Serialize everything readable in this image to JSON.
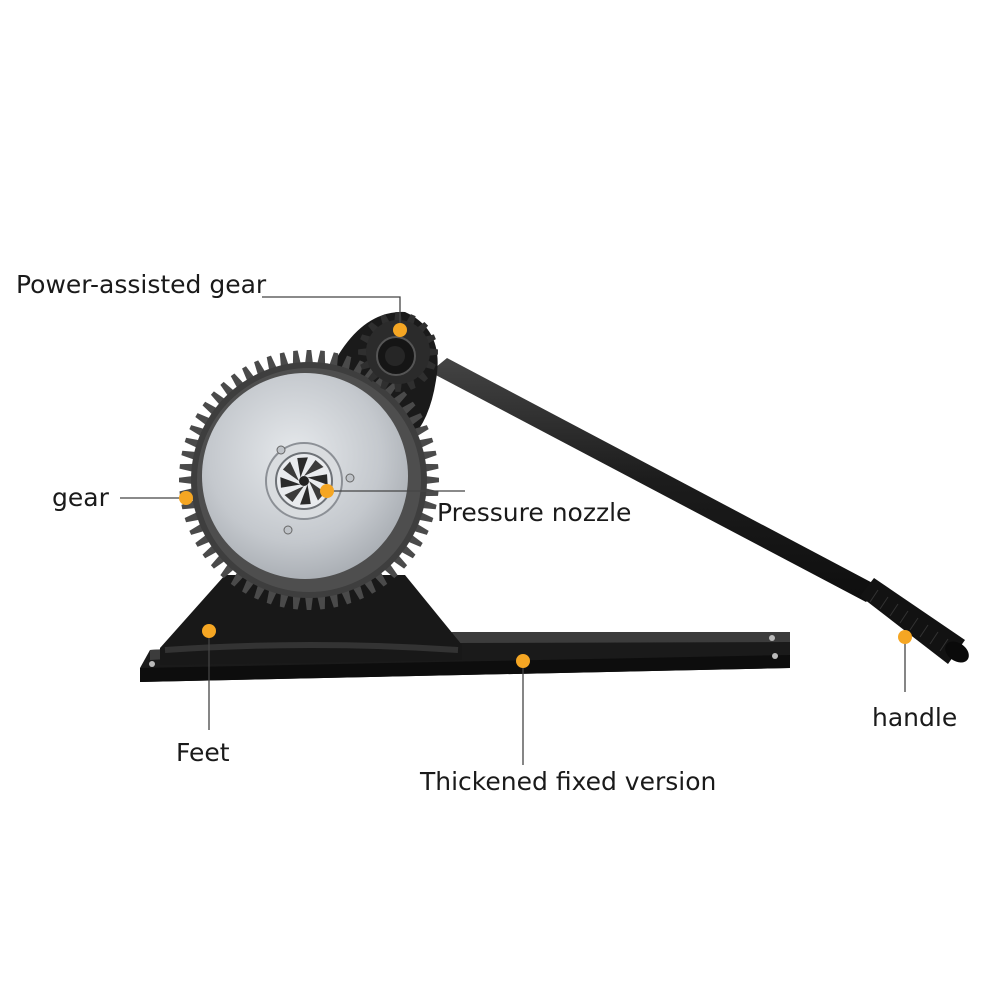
{
  "labels": {
    "power_assisted_gear": "Power-assisted gear",
    "gear": "gear",
    "pressure_nozzle": "Pressure nozzle",
    "feet": "Feet",
    "thickened_fixed_version": "Thickened fixed version",
    "handle": "handle"
  },
  "colors": {
    "marker": "#f5a623",
    "leader_line": "#444444",
    "metal_black": "#1c1c1c",
    "gear_steel": "#4a4a4a",
    "disc_silver": "#c9cdd2"
  }
}
